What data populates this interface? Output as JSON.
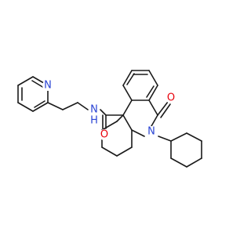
{
  "colors": {
    "bond": "#1a1a1a",
    "oxygen": "#e8000b",
    "nitrogen": "#2a44d4",
    "background": "#ffffff"
  },
  "atoms": [
    {
      "id": "o-carbonyl-ring",
      "text": "O",
      "element": "oxygen"
    },
    {
      "id": "n-lactam",
      "text": "N",
      "element": "nitrogen"
    },
    {
      "id": "o-amide",
      "text": "O",
      "element": "oxygen"
    },
    {
      "id": "n-amide-h",
      "text": "N",
      "element": "nitrogen"
    },
    {
      "id": "n-pyridine",
      "text": "N",
      "element": "nitrogen"
    }
  ],
  "amide_h_label": "H"
}
